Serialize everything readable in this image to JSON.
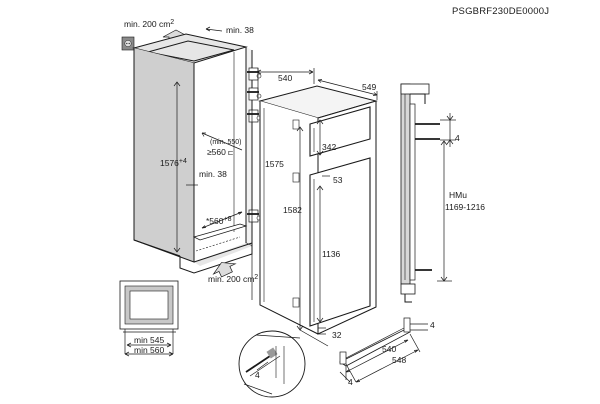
{
  "header": {
    "model_code": "PSGBRF230DE0000J"
  },
  "ventilation": {
    "top_area_prefix": "min. 200 cm",
    "top_area_sup": "2",
    "bottom_area_prefix": "min. 200 cm",
    "bottom_area_sup": "2"
  },
  "niche": {
    "top_gap": "min. 38",
    "height": "1576",
    "height_tol": "+4",
    "side_gap": "min. 38",
    "depth_min_note": "(min. 550)",
    "depth": "≥560",
    "width": "*560",
    "width_tol": "+8"
  },
  "appliance": {
    "depth": "540",
    "width": "549",
    "freezer_door": "342",
    "hinge_offset": "53",
    "frame_height": "1575",
    "total_height": "1582",
    "fridge_door": "1136",
    "bottom_gap": "32"
  },
  "kitchen_door": {
    "gap": "4",
    "hmu_label": "HMu",
    "hmu_range": "1169-1216"
  },
  "inset_front": {
    "min_width_a": "min 545",
    "min_width_b": "min 560"
  },
  "base_detail": {
    "clearance": "4",
    "inner_depth": "540",
    "outer_depth": "548",
    "side_gap": "4",
    "front_gap": "4"
  }
}
